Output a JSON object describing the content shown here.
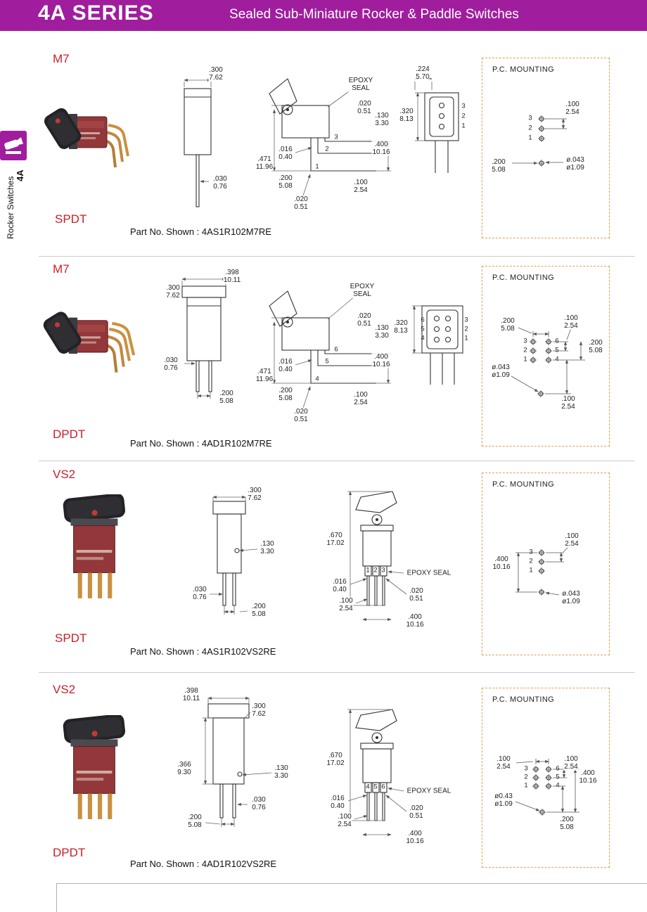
{
  "colors": {
    "header_bg": "#A01D9E",
    "accent_red": "#C8202A",
    "pc_box_border": "#DFA24E"
  },
  "header": {
    "series": "4A SERIES",
    "subtitle": "Sealed Sub-Miniature Rocker & Paddle Switches"
  },
  "sidebar": {
    "series": "4A",
    "category": "Rocker  Switches"
  },
  "sections": [
    {
      "model": "M7",
      "switch_type": "SPDT",
      "part_no_label": "Part No. Shown : 4AS1R102M7RE",
      "pc_mounting_title": "P.C. MOUNTING",
      "annotations": [
        ".300\n7.62",
        ".030\n0.76",
        "EPOXY\nSEAL",
        ".020\n0.51",
        ".130\n3.30",
        ".016\n0.40",
        ".471\n11.96",
        ".200\n5.08",
        ".400\n10.16",
        ".100\n2.54",
        ".020\n0.51",
        ".224\n5.70",
        ".320\n8.13",
        "3",
        "2",
        "1",
        "3",
        "2",
        "1",
        ".100\n2.54",
        "3",
        "2",
        "1",
        ".200\n5.08",
        "ø.043\nø1.09"
      ]
    },
    {
      "model": "M7",
      "switch_type": "DPDT",
      "part_no_label": "Part No. Shown : 4AD1R102M7RE",
      "pc_mounting_title": "P.C. MOUNTING",
      "annotations": [
        ".398\n10.11",
        ".300\n7.62",
        ".030\n0.76",
        ".200\n5.08",
        "EPOXY\nSEAL",
        ".020\n0.51",
        ".130\n3.30",
        ".016\n0.40",
        ".471\n11.96",
        ".200\n5.08",
        ".400\n10.16",
        ".100\n2.54",
        ".020\n0.51",
        "6",
        "5",
        "4",
        ".320\n8.13",
        "6",
        "5",
        "4",
        "3",
        "2",
        "1",
        ".200\n5.08",
        ".100\n2.54",
        ".200\n5.08",
        "3",
        "2",
        "1",
        "6",
        "5",
        "4",
        "ø.043\nø1.09",
        ".100\n2.54"
      ]
    },
    {
      "model": "VS2",
      "switch_type": "SPDT",
      "part_no_label": "Part No. Shown : 4AS1R102VS2RE",
      "pc_mounting_title": "P.C. MOUNTING",
      "annotations": [
        ".300\n7.62",
        ".130\n3.30",
        ".030\n0.76",
        ".200\n5.08",
        ".670\n17.02",
        "1",
        "2",
        "3",
        "EPOXY SEAL",
        ".016\n0.40",
        ".020\n0.51",
        ".100\n2.54",
        ".400\n10.16",
        ".100\n2.54",
        "3",
        "2",
        "1",
        ".400\n10.16",
        "ø.043\nø1.09"
      ]
    },
    {
      "model": "VS2",
      "switch_type": "DPDT",
      "part_no_label": "Part No. Shown : 4AD1R102VS2RE",
      "pc_mounting_title": "P.C. MOUNTING",
      "annotations": [
        ".398\n10.11",
        ".300\n7.62",
        ".366\n9.30",
        ".130\n3.30",
        ".030\n0.76",
        ".200\n5.08",
        ".670\n17.02",
        "4",
        "5",
        "6",
        "EPOXY SEAL",
        ".016\n0.40",
        ".020\n0.51",
        ".100\n2.54",
        ".400\n10.16",
        ".100\n2.54",
        ".100\n2.54",
        ".400\n10.16",
        "3",
        "2",
        "1",
        "6",
        "5",
        "4",
        "ø0.43\nø1.09",
        ".200\n5.08"
      ]
    }
  ]
}
